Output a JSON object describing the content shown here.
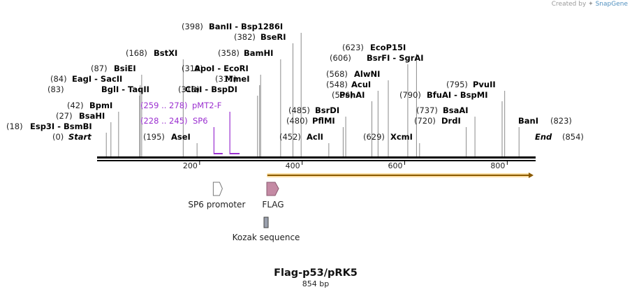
{
  "credit": {
    "prefix": "Created by",
    "brand": "SnapGene"
  },
  "map": {
    "length": 854,
    "title": "Flag-p53/pRK5",
    "subtitle": "854 bp",
    "ticks": [
      200,
      400,
      600,
      800
    ],
    "start": {
      "pos": "(0)",
      "name": "Start"
    },
    "end": {
      "pos": "(854)",
      "name": "End"
    }
  },
  "sites": [
    {
      "pos": "(18)",
      "name": "Esp3I  - BsmBI",
      "bp": 18
    },
    {
      "pos": "(27)",
      "name": "BsaHI",
      "bp": 27
    },
    {
      "pos": "(42)",
      "name": "BpmI",
      "bp": 42
    },
    {
      "pos": "(83)",
      "name": "BglI  - TaqII",
      "bp": 83
    },
    {
      "pos": "(84)",
      "name": "EagI  - SacII",
      "bp": 84
    },
    {
      "pos": "(87)",
      "name": "BsiEI",
      "bp": 87
    },
    {
      "pos": "(168)",
      "name": "BstXI",
      "bp": 168
    },
    {
      "pos": "(195)",
      "name": "AseI",
      "bp": 195
    },
    {
      "pos": "(313)",
      "name": "ClaI  - BspDI",
      "bp": 313
    },
    {
      "pos": "(317)",
      "name": "MmeI",
      "bp": 317
    },
    {
      "pos": "(319)",
      "name": "ApoI  - EcoRI",
      "bp": 319
    },
    {
      "pos": "(358)",
      "name": "BamHI",
      "bp": 358
    },
    {
      "pos": "(382)",
      "name": "BseRI",
      "bp": 382
    },
    {
      "pos": "(398)",
      "name": "BanII  - Bsp1286I",
      "bp": 398
    },
    {
      "pos": "(452)",
      "name": "AclI",
      "bp": 452
    },
    {
      "pos": "(480)",
      "name": "PflMI",
      "bp": 480
    },
    {
      "pos": "(485)",
      "name": "BsrDI",
      "bp": 485
    },
    {
      "pos": "(536)",
      "name": "PshAI",
      "bp": 536
    },
    {
      "pos": "(548)",
      "name": "AcuI",
      "bp": 548
    },
    {
      "pos": "(568)",
      "name": "AlwNI",
      "bp": 568
    },
    {
      "pos": "(606)",
      "name": "BsrFI  - SgrAI",
      "bp": 606
    },
    {
      "pos": "(623)",
      "name": "EcoP15I",
      "bp": 623
    },
    {
      "pos": "(629)",
      "name": "XcmI",
      "bp": 629
    },
    {
      "pos": "(720)",
      "name": "DrdI",
      "bp": 720
    },
    {
      "pos": "(737)",
      "name": "BsaAI",
      "bp": 737
    },
    {
      "pos": "(790)",
      "name": "BfuAI  - BspMI",
      "bp": 790
    },
    {
      "pos": "(795)",
      "name": "PvuII",
      "bp": 795
    },
    {
      "pos": "(823)",
      "name": "BanI",
      "bp": 823
    }
  ],
  "primers": [
    {
      "pos": "(259 .. 278)",
      "name": "pMT2-F",
      "start": 259,
      "end": 278
    },
    {
      "pos": "(228 .. 245)",
      "name": "SP6",
      "start": 228,
      "end": 245
    }
  ],
  "features": [
    {
      "name": "SP6 promoter",
      "start": 228,
      "end": 247,
      "kind": "promoter",
      "color": "#ffffff"
    },
    {
      "name": "FLAG",
      "start": 331,
      "end": 355,
      "kind": "cds",
      "color": "#c48aa4"
    },
    {
      "name": "Kozak sequence",
      "start": 331,
      "end": 340,
      "kind": "box",
      "color": "#9aa0ad"
    },
    {
      "name": "",
      "start": 331,
      "end": 854,
      "kind": "orf",
      "color": "#f0a830"
    }
  ]
}
